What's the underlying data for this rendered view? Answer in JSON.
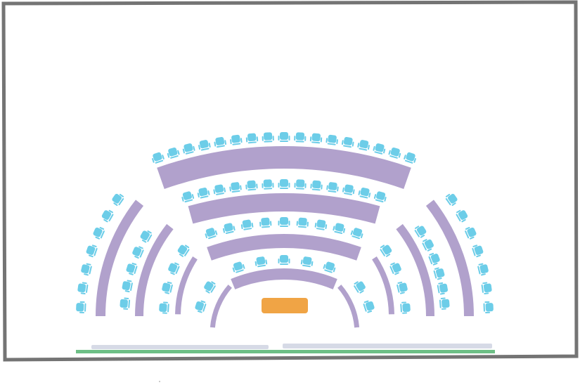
{
  "colors": {
    "frame": "#747474",
    "desk": "#b1a1cc",
    "seat": "#6ccde8",
    "stage": "#f0a445",
    "floor_strip": "#d6dae6",
    "floor_line": "#6dbf86"
  },
  "seating": {
    "center_rows": [
      {
        "id": "row-a",
        "seats": 17
      },
      {
        "id": "row-b",
        "seats": 13
      },
      {
        "id": "row-c",
        "seats": 9
      },
      {
        "id": "row-d",
        "seats": 5
      }
    ],
    "left_wings": [
      {
        "id": "left-1",
        "seats": 7
      },
      {
        "id": "left-2",
        "seats": 5
      },
      {
        "id": "left-3",
        "seats": 4
      },
      {
        "id": "left-4",
        "seats": 2
      }
    ],
    "right_wings": [
      {
        "id": "right-1",
        "seats": 7
      },
      {
        "id": "right-2",
        "seats": 6
      },
      {
        "id": "right-3",
        "seats": 4
      },
      {
        "id": "right-4",
        "seats": 2
      }
    ]
  }
}
